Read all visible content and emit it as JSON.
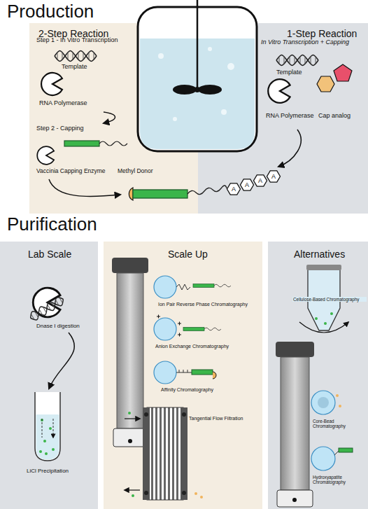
{
  "diagram": {
    "nodes": [
      {
        "text": [
          "2-Step Reaction"
        ]
      },
      {
        "text": [
          "Step 1 - In Vitro Transcription",
          "Template",
          "RNA Polymerase"
        ],
        "in": 0
      },
      {
        "text": [
          "Step 2 - Capping",
          "Vaccinia Capping Enzyme",
          "Methyl Donor"
        ],
        "in": 0
      },
      {
        "text": [
          "1-Step Reaction",
          "In Vitro Transcription + Capping",
          "Template",
          "RNA Polymerase",
          "Cap analog"
        ]
      },
      {
        "text": [
          "Lab Scale"
        ]
      },
      {
        "text": [
          "Dnase I digestion"
        ],
        "in": 4
      },
      {
        "text": [
          "LiCl Precipitation"
        ],
        "in": 4
      },
      {
        "text": [
          "Scale Up"
        ]
      },
      {
        "text": [
          "Alternatives"
        ]
      }
    ],
    "edges": [
      {
        "from": 1,
        "to": 2,
        "arrow": "to"
      },
      {
        "from": 5,
        "to": 6,
        "arrow": "to"
      }
    ],
    "labels": [
      "Production",
      "Purification",
      "A",
      "A",
      "A",
      "A",
      "Ion Pair Reverse Phase Chromatography",
      "Anion Exchange Chromatography",
      "Affinity Chromatography",
      "Tangential Flow Filtration",
      "Cellulose-Based Chromatography",
      "Core-Bead Chromatography",
      "Hydroxyapatite Chromatography"
    ]
  }
}
